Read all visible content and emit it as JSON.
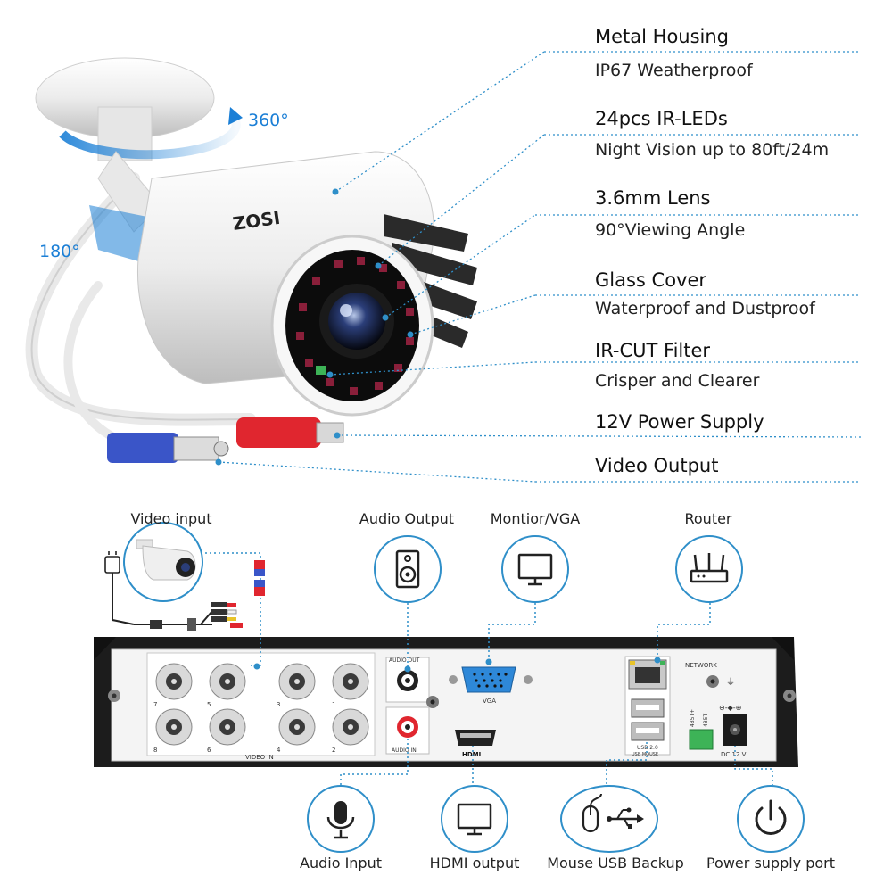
{
  "camera": {
    "brand": "ZOSI",
    "rotation_pan": "360°",
    "rotation_tilt": "180°"
  },
  "features": [
    {
      "title": "Metal Housing",
      "subtitle": "IP67 Weatherproof"
    },
    {
      "title": "24pcs IR-LEDs",
      "subtitle": "Night Vision up to 80ft/24m"
    },
    {
      "title": "3.6mm Lens",
      "subtitle": "90°Viewing Angle"
    },
    {
      "title": "Glass Cover",
      "subtitle": "Waterproof and Dustproof"
    },
    {
      "title": "IR-CUT Filter",
      "subtitle": "Crisper and Clearer"
    },
    {
      "title": "12V Power Supply",
      "subtitle": ""
    },
    {
      "title": "Video Output",
      "subtitle": ""
    }
  ],
  "ports_top": [
    {
      "label": "Video input",
      "icon": "camera-icon"
    },
    {
      "label": "Audio Output",
      "icon": "speaker-icon"
    },
    {
      "label": "Montior/VGA",
      "icon": "monitor-icon"
    },
    {
      "label": "Router",
      "icon": "router-icon"
    }
  ],
  "ports_bottom": [
    {
      "label": "Audio Input",
      "icon": "microphone-icon"
    },
    {
      "label": "HDMI output",
      "icon": "monitor-icon"
    },
    {
      "label": "Mouse USB Backup",
      "icon": "mouse-usb-icon"
    },
    {
      "label": "Power supply port",
      "icon": "power-icon"
    }
  ],
  "dvr_panel": {
    "video_in": "VIDEO IN",
    "channel_numbers": [
      "7",
      "5",
      "3",
      "1",
      "8",
      "6",
      "4",
      "2"
    ],
    "audio_out": "AUDIO OUT",
    "audio_in": "AUDIO IN",
    "vga": "VGA",
    "hdmi": "HDMI",
    "network": "NETWORK",
    "usb": "USB 2.0",
    "usb_mouse": "USB MOUSE",
    "rs485_plus": "485T+",
    "rs485_minus": "485T-",
    "dc": "DC 12 V"
  },
  "colors": {
    "leader_line": "#2f8fc9",
    "panel_bg": "#1c1c1c",
    "panel_face": "#f4f4f4",
    "rca_red": "#e0262f",
    "bnc_blue": "#3a55c8"
  }
}
